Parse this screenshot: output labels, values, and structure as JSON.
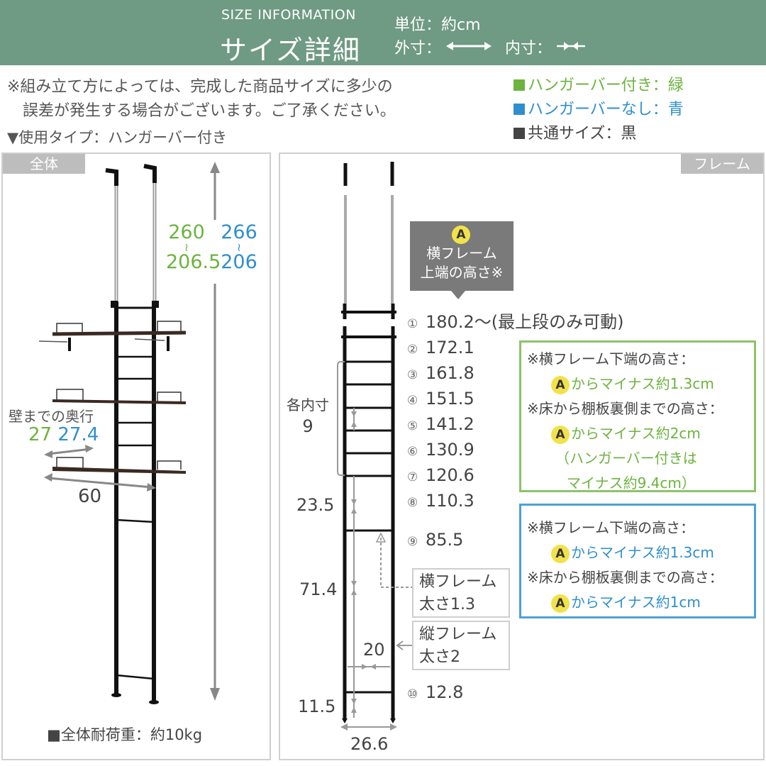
{
  "header": {
    "title_en": "SIZE INFORMATION",
    "title_jp": "サイズ詳細",
    "unit": "単位：約cm",
    "outer_label": "外寸：",
    "outer_icon": "double-arrow-outward",
    "inner_label": "内寸：",
    "inner_icon": "arrows-inward"
  },
  "note": {
    "line1": "※組み立て方によっては、完成した商品サイズに多少の",
    "line2": "誤差が発生する場合がございます。ご了承ください。"
  },
  "usage_type": "▼使用タイプ：ハンガーバー付き",
  "legend": {
    "items": [
      {
        "label": "ハンガーバー付き：緑",
        "color": "#6db33f"
      },
      {
        "label": "ハンガーバーなし：青",
        "color": "#2f8fce"
      },
      {
        "label": "共通サイズ：黒",
        "color": "#444444"
      }
    ]
  },
  "left_panel": {
    "tag": "全体",
    "height_green_max": "260",
    "height_green_min": "206.5",
    "height_blue_max": "266",
    "height_blue_min": "206",
    "range_sep": "≀",
    "depth_label": "壁までの奥行",
    "depth_green": "27",
    "depth_blue": "27.4",
    "width": "60",
    "load": "■全体耐荷重：約10kg"
  },
  "right_panel": {
    "tag": "フレーム",
    "callout": {
      "badge": "A",
      "line1": "横フレーム",
      "line2": "上端の高さ※"
    },
    "heights": [
      {
        "num": "①",
        "value": "180.2～(最上段のみ可動)"
      },
      {
        "num": "②",
        "value": "172.1"
      },
      {
        "num": "③",
        "value": "161.8"
      },
      {
        "num": "④",
        "value": "151.5"
      },
      {
        "num": "⑤",
        "value": "141.2"
      },
      {
        "num": "⑥",
        "value": "130.9"
      },
      {
        "num": "⑦",
        "value": "120.6"
      },
      {
        "num": "⑧",
        "value": "110.3"
      },
      {
        "num": "⑨",
        "value": "85.5"
      },
      {
        "num": "⑩",
        "value": "12.8"
      }
    ],
    "inner_each_label": "各内寸",
    "inner_each_value": "9",
    "gap_1": "23.5",
    "gap_2": "71.4",
    "gap_3": "11.5",
    "inner_width": "20",
    "outer_width": "26.6",
    "h_frame_thickness": {
      "line1": "横フレーム",
      "line2": "太さ1.3"
    },
    "v_frame_thickness": {
      "line1": "縦フレーム",
      "line2": "太さ2"
    },
    "green_box": {
      "l1": "※横フレーム下端の高さ：",
      "l2": "からマイナス約1.3cm",
      "l3": "※床から棚板裏側までの高さ：",
      "l4": "からマイナス約2cm",
      "l5": "（ハンガーバー付きは",
      "l6": "マイナス約9.4cm）"
    },
    "blue_box": {
      "l1": "※横フレーム下端の高さ：",
      "l2": "からマイナス約1.3cm",
      "l3": "※床から棚板裏側までの高さ：",
      "l4": "からマイナス約1cm"
    }
  }
}
